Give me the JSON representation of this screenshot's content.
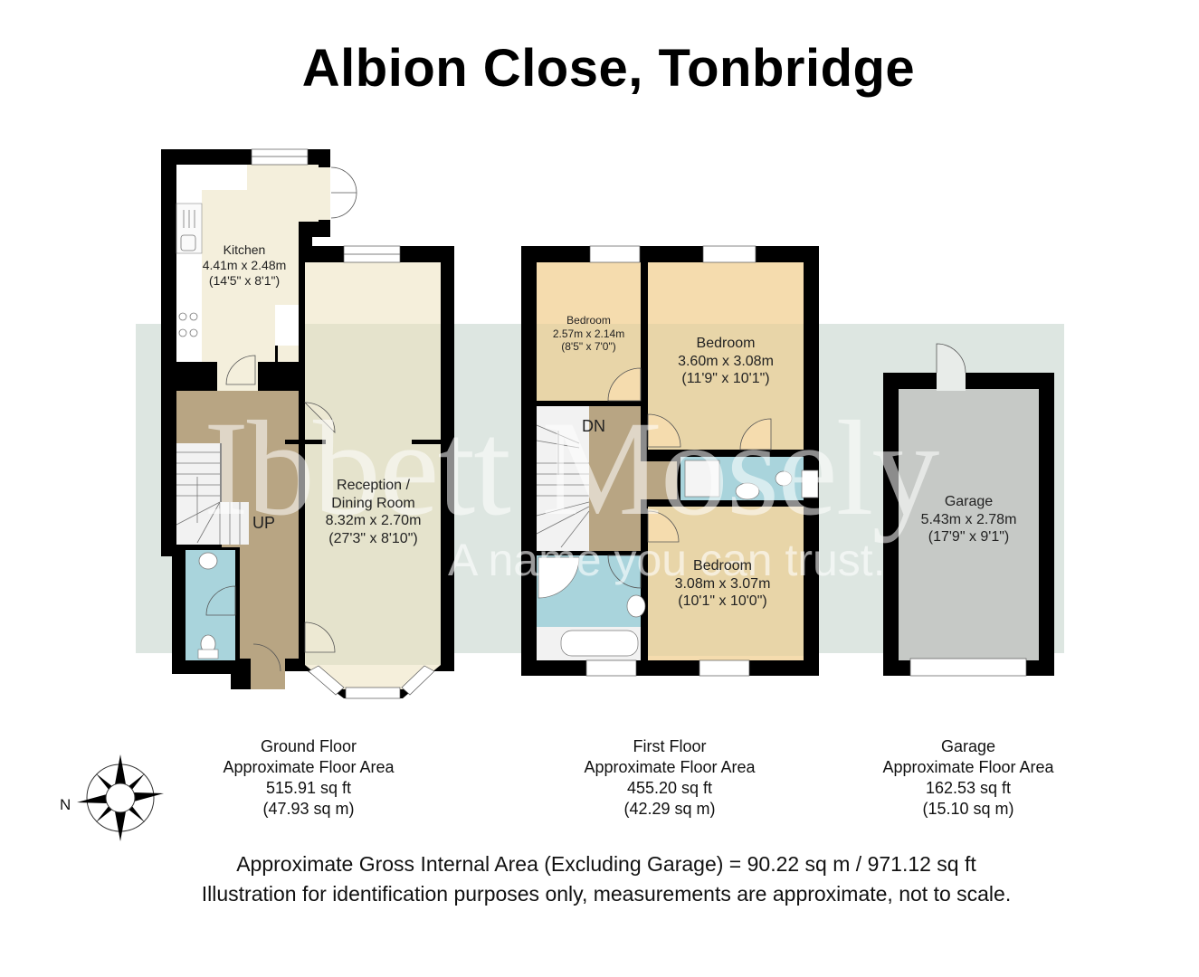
{
  "title": "Albion Close, Tonbridge",
  "watermark": {
    "brand": "Ibbett Mosely",
    "tagline": "A name you can trust."
  },
  "colors": {
    "wall": "#000000",
    "kitchen": "#f4efdc",
    "reception": "#f5efdb",
    "hall": "#b8a583",
    "bathroom": "#a9d4dc",
    "bedroom": "#f5dcae",
    "garage": "#c6c9c6",
    "watermark_band": "#dde6e1"
  },
  "ground_floor": {
    "rooms": [
      {
        "name": "Kitchen",
        "metric": "4.41m x 2.48m",
        "imperial": "(14'5\" x 8'1\")"
      },
      {
        "name": "Reception /",
        "name2": "Dining Room",
        "metric": "8.32m x 2.70m",
        "imperial": "(27'3\" x 8'10\")"
      }
    ],
    "stairs_label": "UP",
    "summary": {
      "name": "Ground Floor",
      "label": "Approximate Floor Area",
      "sqft": "515.91 sq ft",
      "sqm": "(47.93 sq m)"
    }
  },
  "first_floor": {
    "rooms": [
      {
        "name": "Bedroom",
        "metric": "2.57m x 2.14m",
        "imperial": "(8'5\" x 7'0\")"
      },
      {
        "name": "Bedroom",
        "metric": "3.60m x 3.08m",
        "imperial": "(11'9\" x 10'1\")"
      },
      {
        "name": "Bedroom",
        "metric": "3.08m x 3.07m",
        "imperial": "(10'1\" x 10'0\")"
      }
    ],
    "stairs_label": "DN",
    "summary": {
      "name": "First Floor",
      "label": "Approximate Floor Area",
      "sqft": "455.20 sq ft",
      "sqm": "(42.29 sq m)"
    }
  },
  "garage": {
    "rooms": [
      {
        "name": "Garage",
        "metric": "5.43m x 2.78m",
        "imperial": "(17'9\" x 9'1\")"
      }
    ],
    "summary": {
      "name": "Garage",
      "label": "Approximate Floor Area",
      "sqft": "162.53 sq ft",
      "sqm": "(15.10 sq m)"
    }
  },
  "compass": {
    "label": "N",
    "icon": "compass-rose-icon"
  },
  "footer": {
    "gross_area": "Approximate Gross Internal Area (Excluding Garage) = 90.22 sq m / 971.12 sq ft",
    "disclaimer": "Illustration for identification purposes only, measurements are approximate, not to scale."
  }
}
